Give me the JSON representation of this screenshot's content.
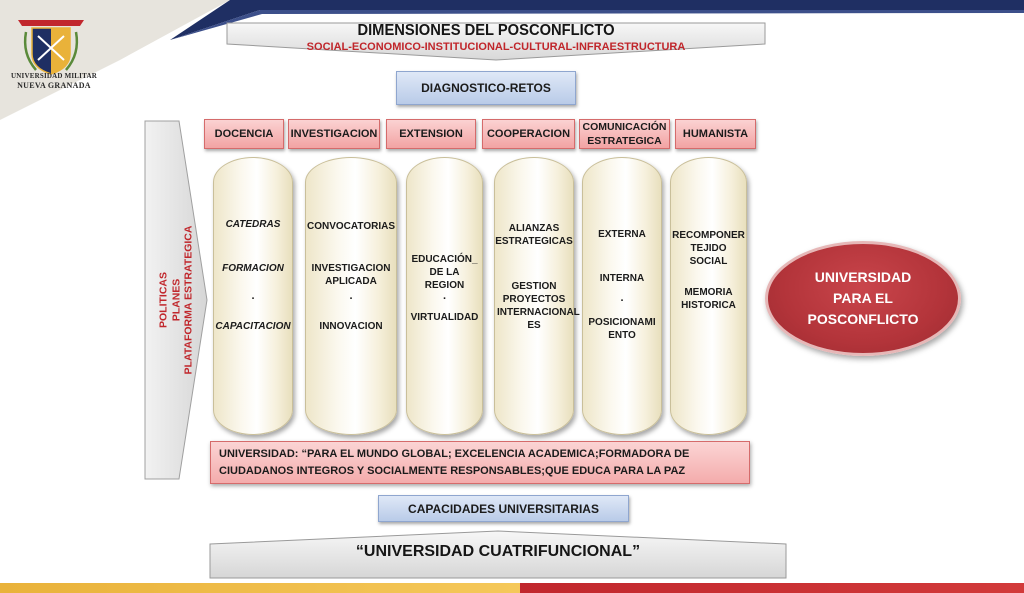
{
  "header": {
    "title": "DIMENSIONES DEL POSCONFLICTO",
    "subtitle": "SOCIAL-ECONOMICO-INSTITUCIONAL-CULTURAL-INFRAESTRUCTURA"
  },
  "logo": {
    "line1": "UNIVERSIDAD MILITAR",
    "line2": "NUEVA GRANADA"
  },
  "diagnostico": "DIAGNOSTICO-RETOS",
  "left_arrow": {
    "lines": [
      "POLITICAS",
      "PLANES",
      "PLATAFORMA  ESTRATEGICA"
    ]
  },
  "pillars": [
    {
      "header": "DOCENCIA",
      "items": [
        "CATEDRAS",
        "FORMACION",
        ".",
        "CAPACITACION"
      ]
    },
    {
      "header": "INVESTIGACION",
      "items": [
        "CONVOCATORIAS",
        "INVESTIGACION APLICADA",
        ".",
        "INNOVACION"
      ]
    },
    {
      "header": "EXTENSION",
      "items": [
        "EDUCACIÓN_ DE LA REGION",
        ".",
        "VIRTUALIDAD"
      ]
    },
    {
      "header": "COOPERACION",
      "items": [
        "ALIANZAS ESTRATEGICAS",
        "GESTION PROYECTOS INTERNACIONAL ES"
      ]
    },
    {
      "header": "COMUNICACIÓN ESTRATEGICA",
      "items": [
        "EXTERNA",
        "INTERNA",
        ".",
        "POSICIONAMI ENTO"
      ]
    },
    {
      "header": "HUMANISTA",
      "items": [
        "RECOMPONER TEJIDO SOCIAL",
        "MEMORIA HISTORICA"
      ]
    }
  ],
  "mission": "UNIVERSIDAD: “PARA EL MUNDO GLOBAL; EXCELENCIA ACADEMICA;FORMADORA DE CIUDADANOS INTEGROS Y SOCIALMENTE RESPONSABLES;QUE EDUCA PARA LA PAZ",
  "capacidades": "CAPACIDADES UNIVERSITARIAS",
  "ellipse": {
    "lines": [
      "UNIVERSIDAD",
      "PARA EL",
      "POSCONFLICTO"
    ]
  },
  "bottom_title": "“UNIVERSIDAD CUATRIFUNCIONAL”",
  "colors": {
    "accent_red": "#c0262b",
    "navy": "#1f2f63",
    "gold": "#e9b23a",
    "pillar_header_pink": "#f2a3a3",
    "blue_box": "#b9cbe8"
  }
}
